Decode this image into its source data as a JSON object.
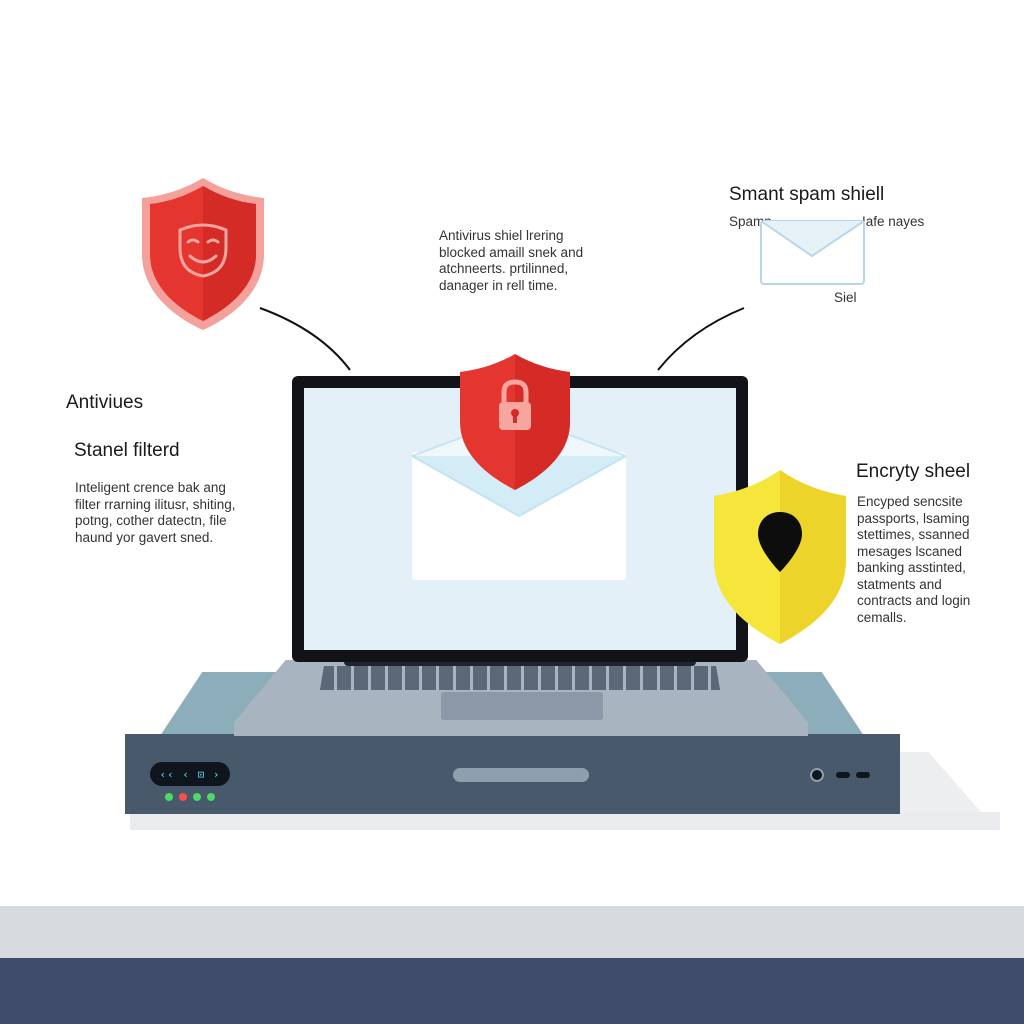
{
  "left_panel": {
    "title": "Antiviues",
    "subtitle": "Stanel filterd",
    "lines": [
      "Inteligent crence bak ang",
      "filter rrarning ilitusr, shiting,",
      "potng, cother datectn, file",
      "haund yor gavert sned."
    ]
  },
  "center_note": {
    "lines": [
      "Antivirus shiel lrering",
      "blocked amaill snek and",
      "atchneerts. prtilinned,",
      "danager in rell time."
    ]
  },
  "spam_panel": {
    "title": "Smant spam shiell",
    "label_left": "Spamn",
    "label_right": "Iafe nayes",
    "label_bottom": "Siel"
  },
  "encrypt_panel": {
    "title": "Encryty sheel",
    "lines": [
      "Encyped sencsite",
      "passports, lsaming",
      "stettimes, ssanned",
      "mesages lscaned",
      "banking asstinted,",
      "statments and",
      "contracts and login",
      "cemalls."
    ]
  },
  "router": {
    "display_text": "‹‹ ‹ ⊡ ›"
  },
  "colors": {
    "red_shield": "#e5352f",
    "yellow_shield": "#f2dd2c",
    "router_body": "#48596b",
    "floor": "#3e4c69"
  },
  "icons": {
    "left_shield": "smiley-mask-icon",
    "center_shield": "padlock-icon",
    "right_shield": "map-pin-icon",
    "spam_envelope": "envelope-icon"
  }
}
